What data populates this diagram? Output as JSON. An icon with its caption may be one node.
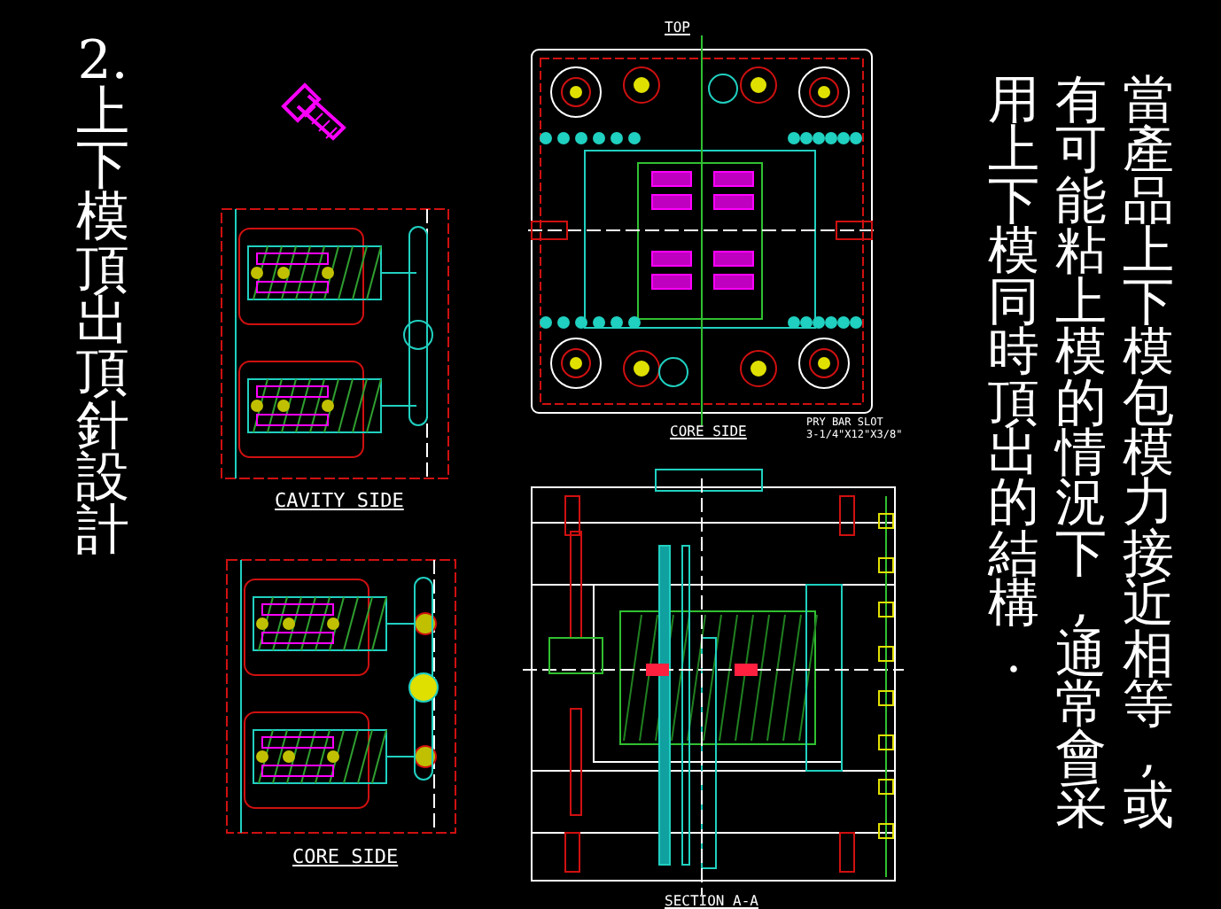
{
  "diagram": {
    "title": "2.上下模頂出頂針設計",
    "labels": [
      "當產品上下模包模力接近相等,或有可能粘上模的情況下,通常會采用上下模同時頂出的結構.",
      "TOP",
      "CORE SIDE",
      "PRY BAR SLOT",
      "3-1/4\"X12\"X3/8\"",
      "CAVITY SIDE",
      "CORE SIDE",
      "SECTION A-A"
    ]
  }
}
